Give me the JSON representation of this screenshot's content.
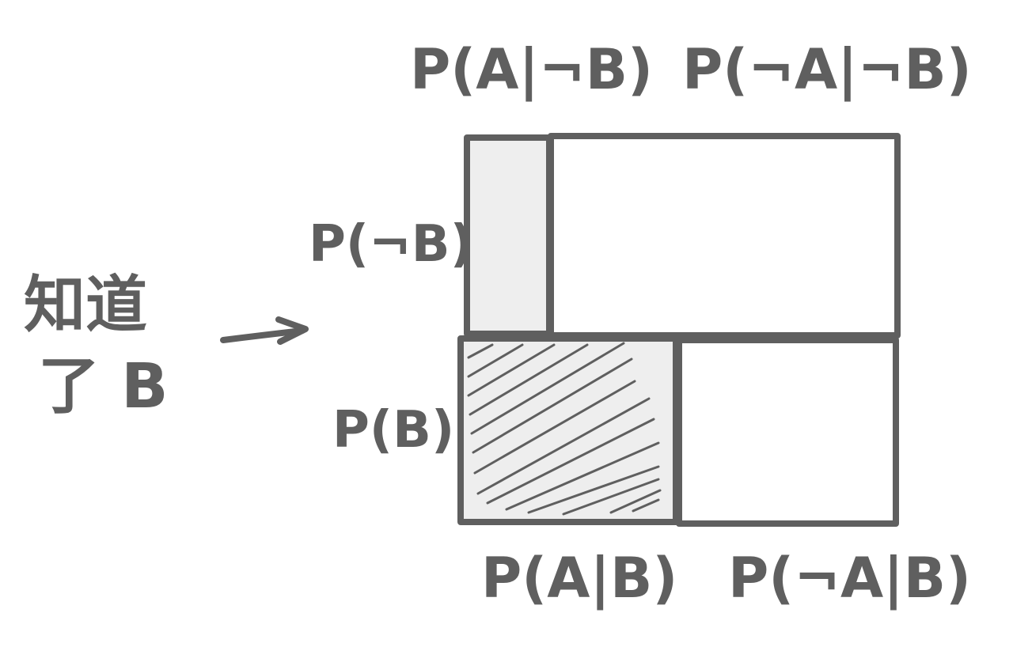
{
  "labels": {
    "top_left": "P(A|¬B)",
    "top_right": "P(¬A|¬B)",
    "left_not_b": "P(¬B)",
    "left_b": "P(B)",
    "bottom_left": "P(A|B)",
    "bottom_right": "P(¬A|B)",
    "note_line1": "知道",
    "note_line2": "了 B"
  },
  "colors": {
    "ink": "#5f5f5f",
    "shade": "#eeeeee",
    "background": "#ffffff"
  }
}
